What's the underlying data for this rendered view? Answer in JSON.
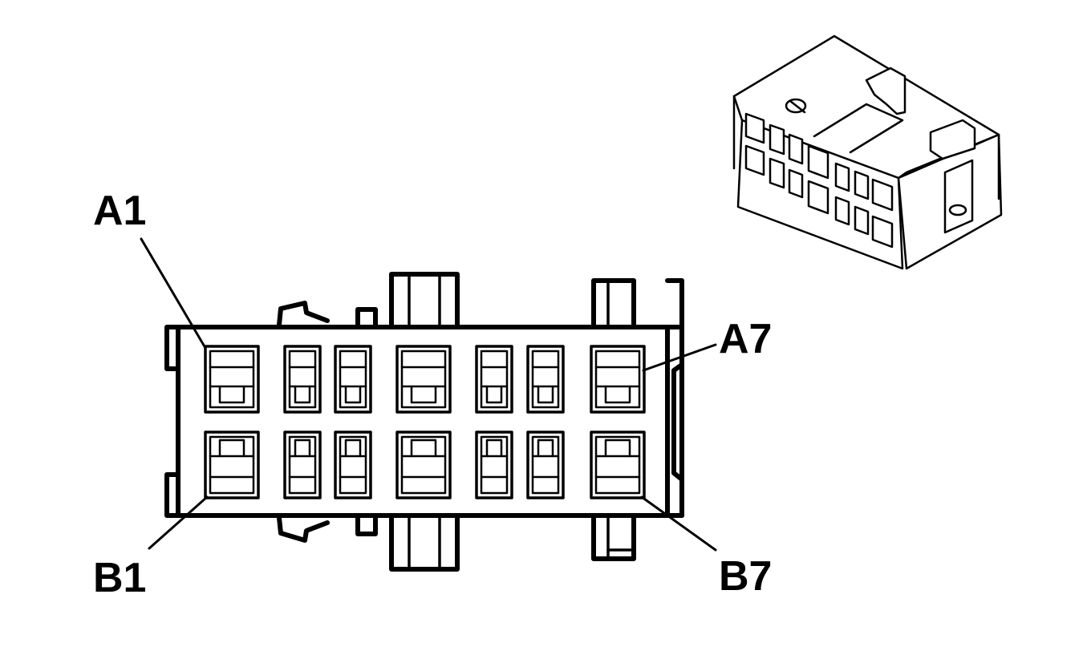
{
  "diagram": {
    "type": "connector-end-view",
    "rows": 2,
    "cavities_per_row": 7,
    "callouts": {
      "a1": "A1",
      "a7": "A7",
      "b1": "B1",
      "b7": "B7"
    }
  }
}
